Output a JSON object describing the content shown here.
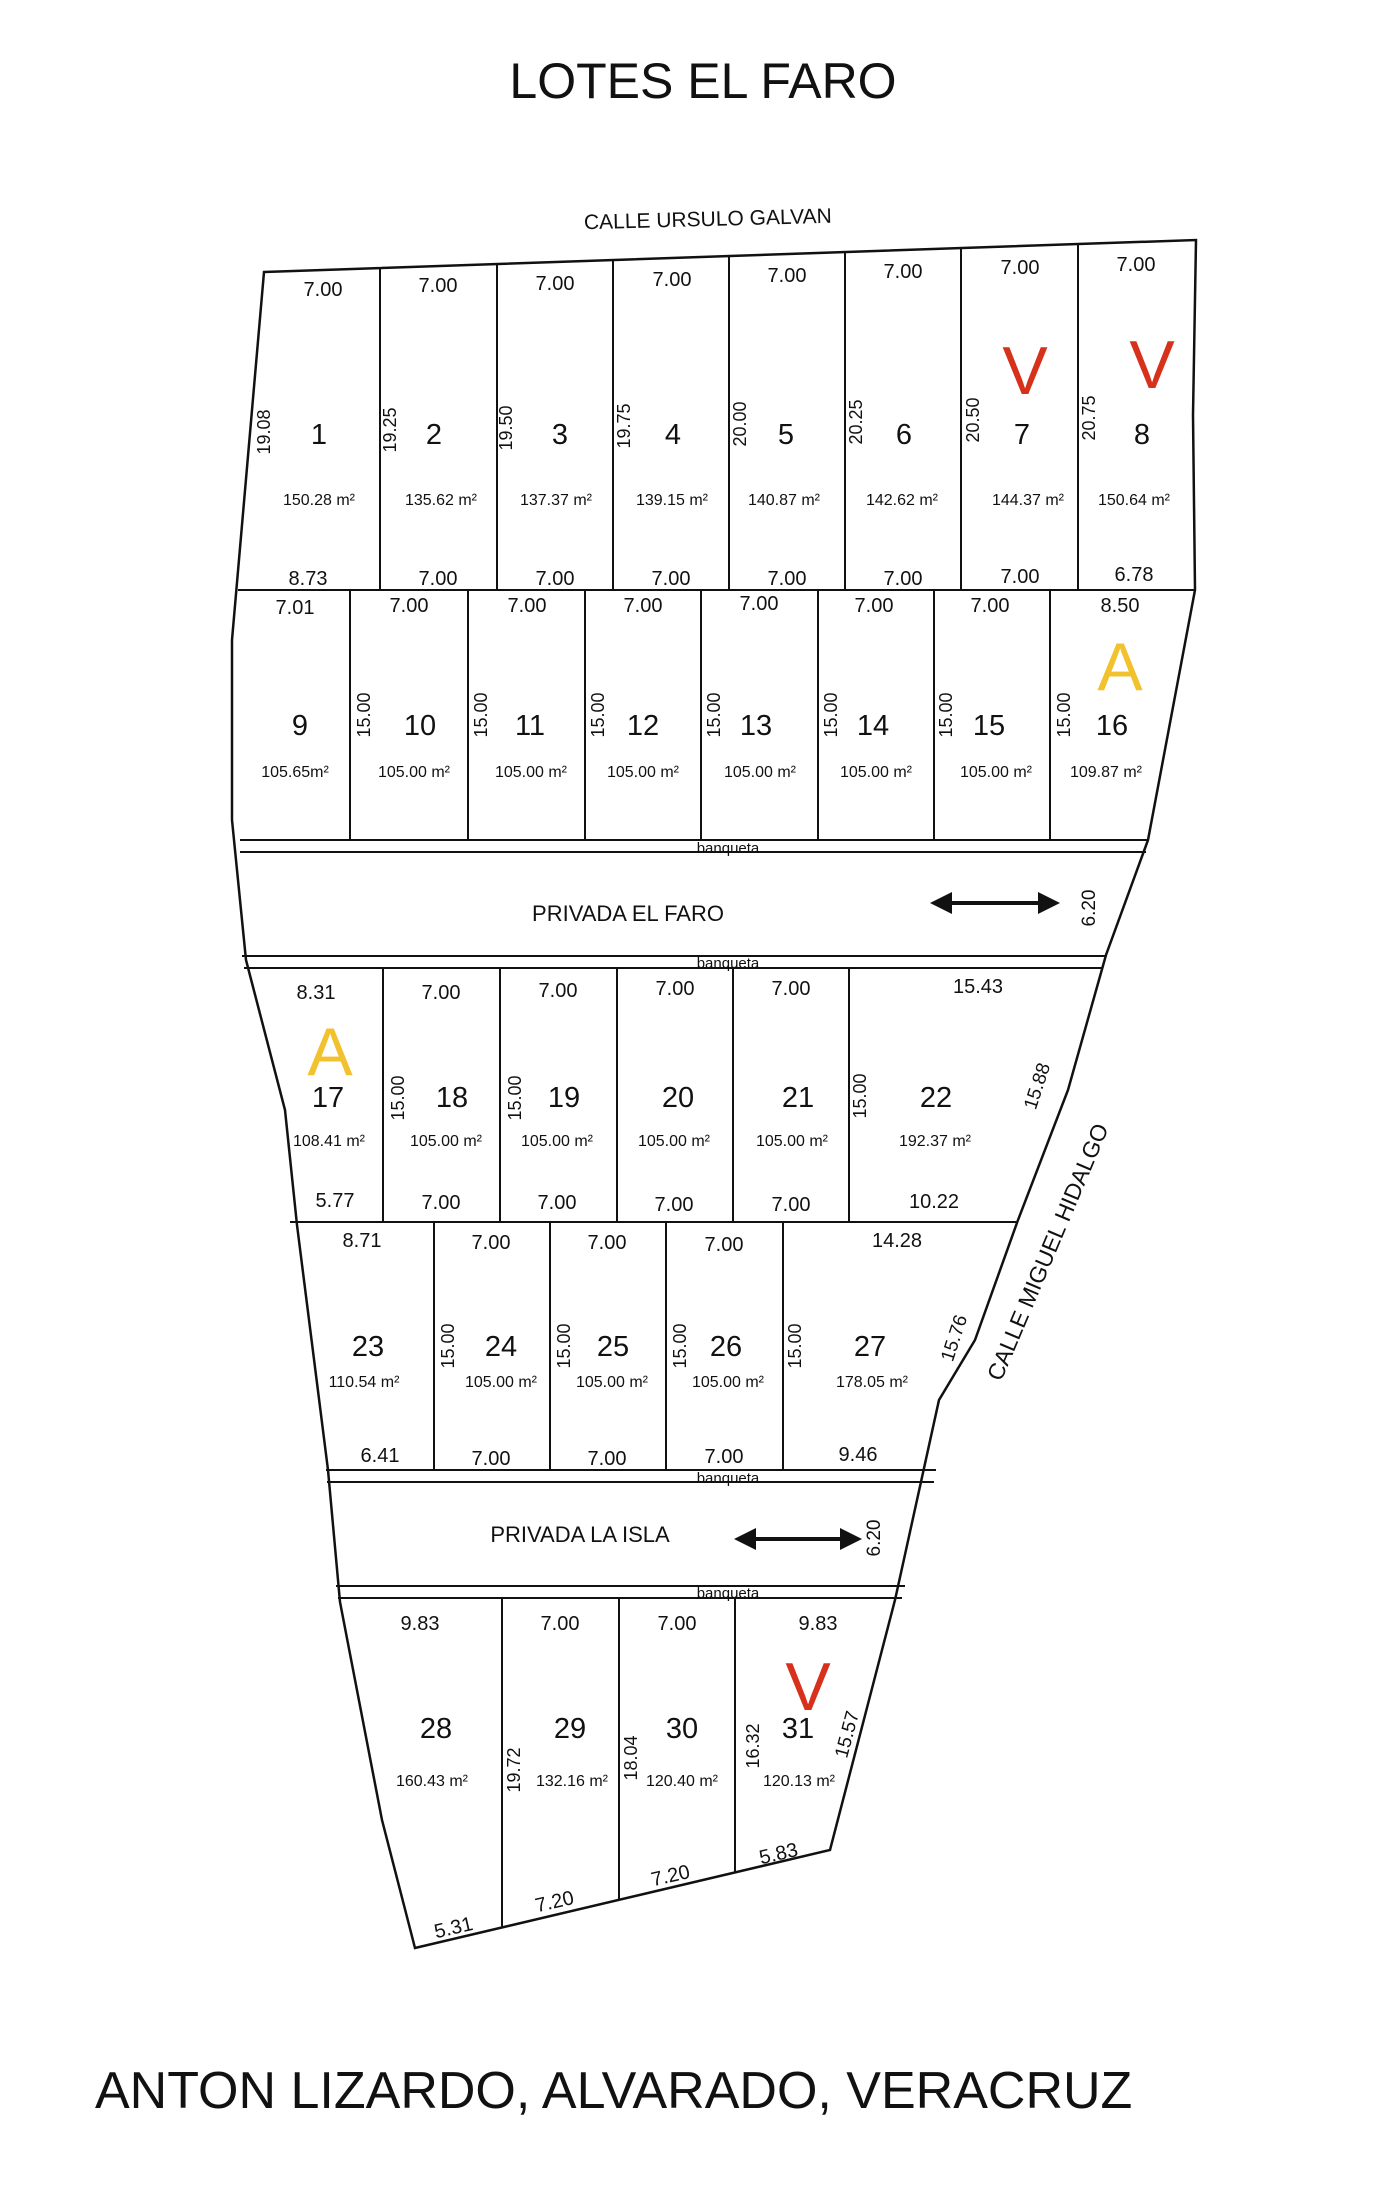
{
  "title": "LOTES EL FARO",
  "location": "ANTON LIZARDO, ALVARADO, VERACRUZ",
  "streets": {
    "north": "CALLE URSULO GALVAN",
    "east": "CALLE MIGUEL HIDALGO",
    "privada_1": "PRIVADA EL FARO",
    "privada_2": "PRIVADA LA ISLA",
    "privada_width": "6.20",
    "sidewalk": "banqueta"
  },
  "status_colors": {
    "V": "#d7311c",
    "A": "#f2c12e"
  },
  "lots": [
    {
      "n": "1",
      "area": "150.28 m²",
      "top": "7.00",
      "bottom": "8.73",
      "side": "19.08"
    },
    {
      "n": "2",
      "area": "135.62 m²",
      "top": "7.00",
      "bottom": "7.00",
      "side": "19.25"
    },
    {
      "n": "3",
      "area": "137.37 m²",
      "top": "7.00",
      "bottom": "7.00",
      "side": "19.50"
    },
    {
      "n": "4",
      "area": "139.15 m²",
      "top": "7.00",
      "bottom": "7.00",
      "side": "19.75"
    },
    {
      "n": "5",
      "area": "140.87 m²",
      "top": "7.00",
      "bottom": "7.00",
      "side": "20.00"
    },
    {
      "n": "6",
      "area": "142.62 m²",
      "top": "7.00",
      "bottom": "7.00",
      "side": "20.25"
    },
    {
      "n": "7",
      "area": "144.37 m²",
      "top": "7.00",
      "bottom": "7.00",
      "side": "20.50",
      "status": "V"
    },
    {
      "n": "8",
      "area": "150.64 m²",
      "top": "7.00",
      "bottom": "6.78",
      "side": "20.75",
      "status": "V"
    },
    {
      "n": "9",
      "area": "105.65m²",
      "top": "7.01"
    },
    {
      "n": "10",
      "area": "105.00 m²",
      "top": "7.00",
      "side": "15.00"
    },
    {
      "n": "11",
      "area": "105.00 m²",
      "top": "7.00",
      "side": "15.00"
    },
    {
      "n": "12",
      "area": "105.00 m²",
      "top": "7.00",
      "side": "15.00"
    },
    {
      "n": "13",
      "area": "105.00 m²",
      "top": "7.00",
      "side": "15.00"
    },
    {
      "n": "14",
      "area": "105.00 m²",
      "top": "7.00",
      "side": "15.00"
    },
    {
      "n": "15",
      "area": "105.00 m²",
      "top": "7.00",
      "side": "15.00"
    },
    {
      "n": "16",
      "area": "109.87 m²",
      "top": "8.50",
      "side": "15.00",
      "status": "A"
    },
    {
      "n": "17",
      "area": "108.41 m²",
      "top": "8.31",
      "bottom": "5.77",
      "status": "A"
    },
    {
      "n": "18",
      "area": "105.00 m²",
      "top": "7.00",
      "bottom": "7.00",
      "side": "15.00"
    },
    {
      "n": "19",
      "area": "105.00 m²",
      "top": "7.00",
      "bottom": "7.00",
      "side": "15.00"
    },
    {
      "n": "20",
      "area": "105.00 m²",
      "top": "7.00",
      "bottom": "7.00"
    },
    {
      "n": "21",
      "area": "105.00 m²",
      "top": "7.00",
      "bottom": "7.00"
    },
    {
      "n": "22",
      "area": "192.37 m²",
      "top": "15.43",
      "bottom": "10.22",
      "side": "15.00",
      "side_right": "15.88"
    },
    {
      "n": "23",
      "area": "110.54 m²",
      "top": "8.71",
      "bottom": "6.41"
    },
    {
      "n": "24",
      "area": "105.00 m²",
      "top": "7.00",
      "bottom": "7.00",
      "side": "15.00"
    },
    {
      "n": "25",
      "area": "105.00 m²",
      "top": "7.00",
      "bottom": "7.00",
      "side": "15.00"
    },
    {
      "n": "26",
      "area": "105.00 m²",
      "top": "7.00",
      "bottom": "7.00",
      "side": "15.00"
    },
    {
      "n": "27",
      "area": "178.05 m²",
      "top": "14.28",
      "bottom": "9.46",
      "side": "15.00",
      "side_right": "15.76"
    },
    {
      "n": "28",
      "area": "160.43 m²",
      "top": "9.83",
      "bottom": "5.31"
    },
    {
      "n": "29",
      "area": "132.16 m²",
      "top": "7.00",
      "bottom": "7.20",
      "side": "19.72"
    },
    {
      "n": "30",
      "area": "120.40 m²",
      "top": "7.00",
      "bottom": "7.20",
      "side": "18.04"
    },
    {
      "n": "31",
      "area": "120.13 m²",
      "top": "9.83",
      "bottom": "5.83",
      "side": "16.32",
      "side_right": "15.57",
      "status": "V"
    }
  ]
}
